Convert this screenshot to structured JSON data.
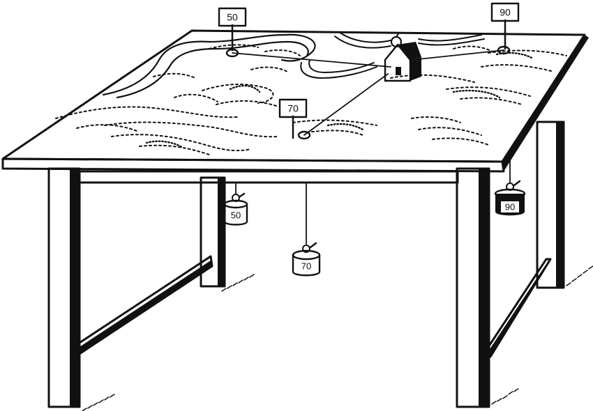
{
  "flags": [
    {
      "id": "flag-50",
      "label": "50"
    },
    {
      "id": "flag-70",
      "label": "70"
    },
    {
      "id": "flag-90",
      "label": "90"
    }
  ],
  "weights": [
    {
      "id": "weight-50",
      "label": "50"
    },
    {
      "id": "weight-70",
      "label": "70"
    },
    {
      "id": "weight-90",
      "label": "90"
    }
  ],
  "colors": {
    "ink": "#111111",
    "paper": "#ffffff"
  }
}
